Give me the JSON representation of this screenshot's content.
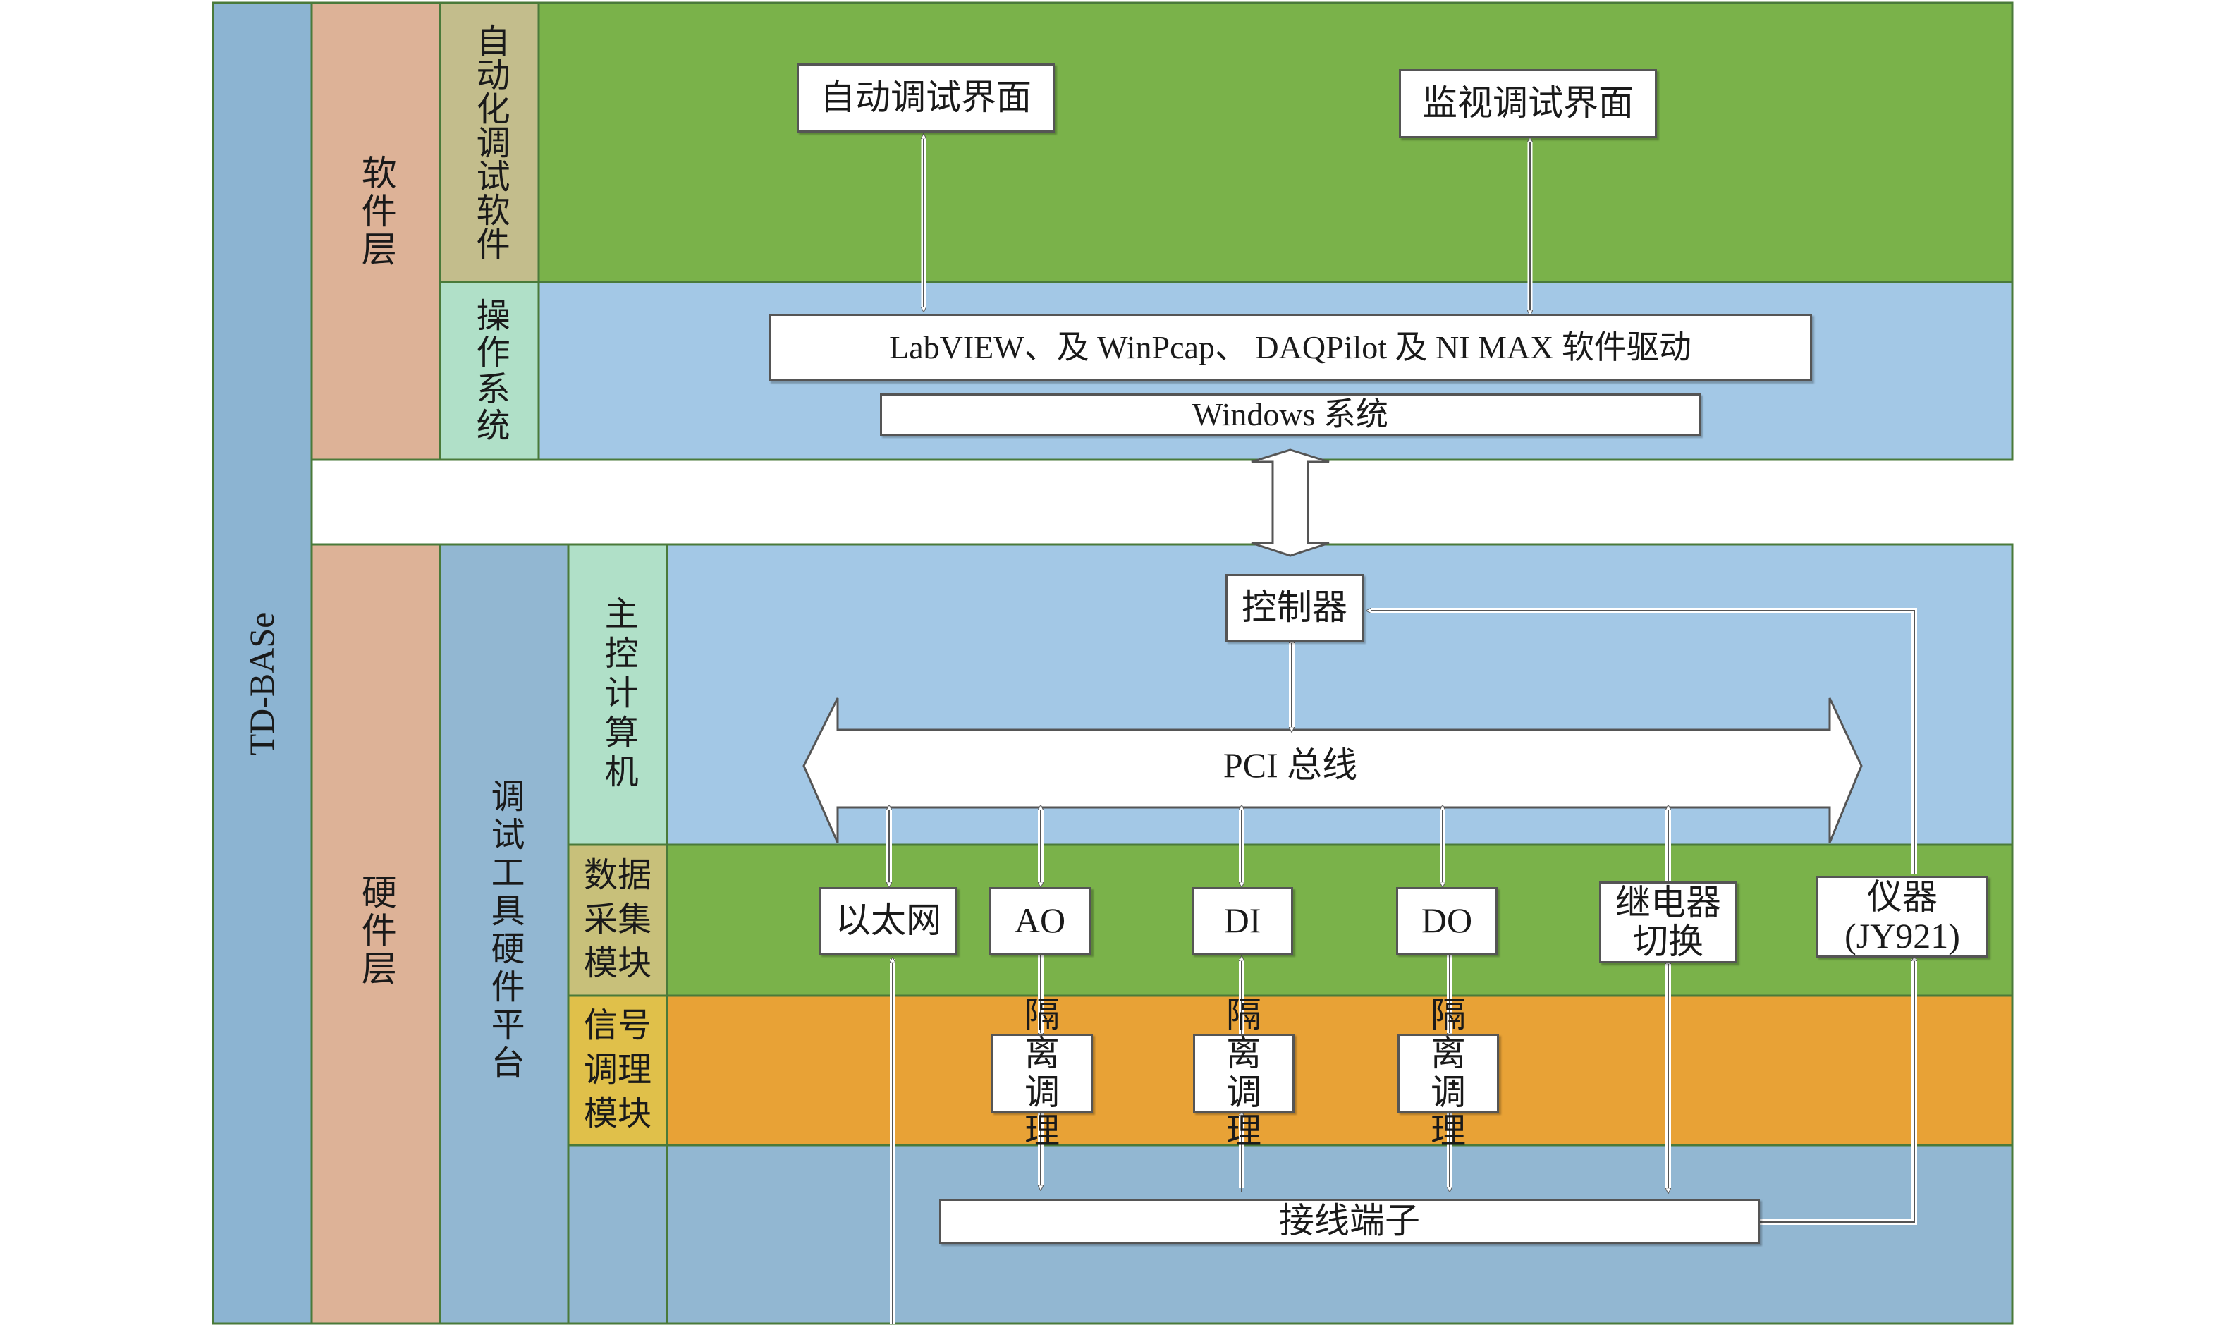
{
  "labels": {
    "platform": "TD-BASe",
    "software_layer": "软件层",
    "hardware_layer": "硬件层",
    "auto_software": "自动化调试软件",
    "operating_system": "操作系统",
    "hw_platform": "调试工具硬件平台",
    "main_computer": "主控计算机",
    "daq_module": "数据采集模块",
    "signal_module": "信号调理模块"
  },
  "boxes": {
    "auto_ui": "自动调试界面",
    "monitor_ui": "监视调试界面",
    "drivers": "LabVIEW、及 WinPcap、 DAQPilot 及 NI MAX 软件驱动",
    "windows": "Windows 系统",
    "controller": "控制器",
    "pci_bus": "PCI 总线",
    "ethernet": "以太网",
    "ao": "AO",
    "di": "DI",
    "do": "DO",
    "relay": "继电器切换",
    "instrument_line1": "仪器",
    "instrument_line2": "(JY921)",
    "isolation_ao": "隔离调理",
    "isolation_di": "隔离调理",
    "isolation_do": "隔离调理",
    "terminal": "接线端子"
  },
  "colors": {
    "platform_blue": "#8cb4d2",
    "layer_salmon": "#ddb297",
    "auto_tan": "#c3bd8c",
    "os_mint": "#b0e0c8",
    "software_green": "#7ab24a",
    "os_blue": "#a3c8e6",
    "hw_blue": "#92b7d2",
    "computer_blue": "#a3c8e6",
    "daq_green": "#7ab24a",
    "signal_orange": "#e8a236",
    "label_khaki": "#c8c07a",
    "label_gold": "#e0c04a"
  }
}
